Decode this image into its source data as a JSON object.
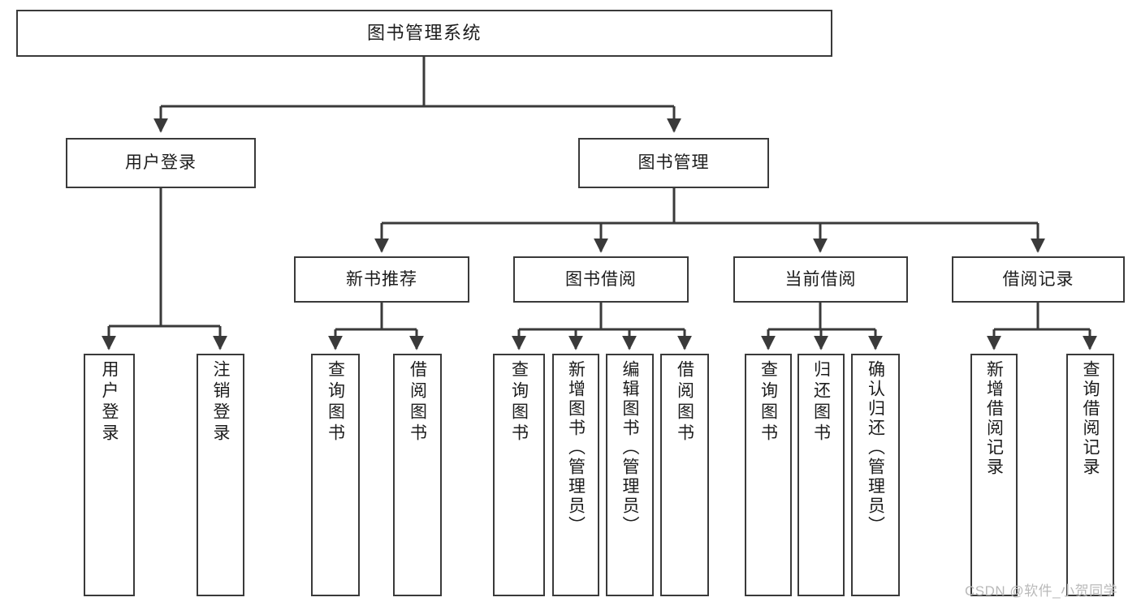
{
  "diagram": {
    "title": "图书管理系统",
    "type": "tree",
    "watermark": "CSDN @软件_小贺同学",
    "colors": {
      "box_border": "#3a3a3a",
      "box_fill": "#ffffff",
      "edge": "#3a3a3a",
      "text": "#1c1c1c",
      "watermark": "#b9b9b9",
      "background": "#ffffff"
    },
    "nodes": {
      "root": "图书管理系统",
      "level2": {
        "user_login": "用户登录",
        "book_manage": "图书管理"
      },
      "level3": {
        "new_book_rec": "新书推荐",
        "book_borrow": "图书借阅",
        "current_borrow": "当前借阅",
        "borrow_record": "借阅记录"
      },
      "leaves": {
        "user_login_1": "用户登录",
        "user_login_2": "注销登录",
        "new_book_rec_1": "查询图书",
        "new_book_rec_2": "借阅图书",
        "book_borrow_1": "查询图书",
        "book_borrow_2": "新增图书（管理员）",
        "book_borrow_3": "编辑图书（管理员）",
        "book_borrow_4": "借阅图书",
        "current_borrow_1": "查询图书",
        "current_borrow_2": "归还图书",
        "current_borrow_3": "确认归还（管理员）",
        "borrow_record_1": "新增借阅记录",
        "borrow_record_2": "查询借阅记录"
      }
    }
  }
}
